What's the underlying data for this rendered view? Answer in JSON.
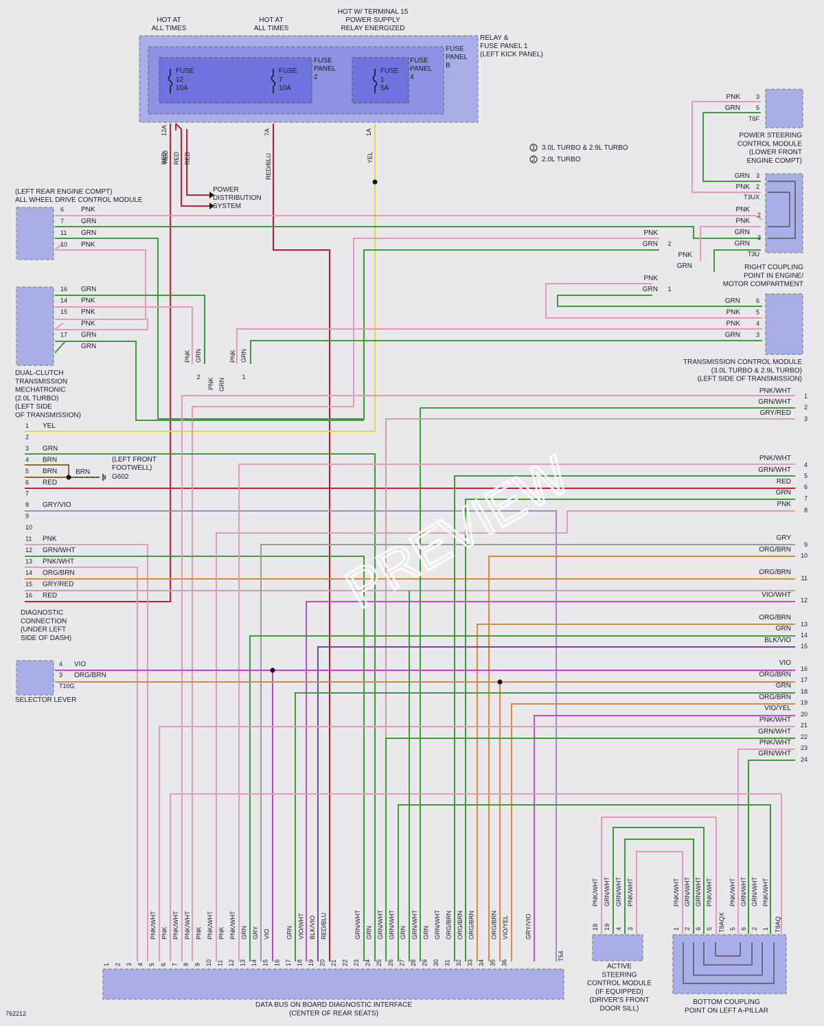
{
  "diagram_id": "762212",
  "watermark": "PREVIEW",
  "supply": {
    "hot1": [
      "HOT AT",
      "ALL TIMES"
    ],
    "hot2": [
      "HOT AT",
      "ALL TIMES"
    ],
    "hot3": [
      "HOT W/ TERMINAL 15",
      "POWER SUPPLY",
      "RELAY ENERGIZED"
    ]
  },
  "relay_panel": [
    "RELAY &",
    "FUSE PANEL 1",
    "(LEFT KICK PANEL)"
  ],
  "fuse_panel_b": [
    "FUSE",
    "PANEL",
    "B"
  ],
  "fuse_panel_2": [
    "FUSE",
    "PANEL",
    "2"
  ],
  "fuse_panel_4": [
    "FUSE",
    "PANEL",
    "4"
  ],
  "fuses": [
    {
      "label": "FUSE",
      "num": "12",
      "amp": "10A",
      "circuit": "12A",
      "wire": "RED"
    },
    {
      "label": "FUSE",
      "num": "7",
      "amp": "10A",
      "circuit": "7A",
      "wire": "RED/BLU"
    },
    {
      "label": "FUSE",
      "num": "1",
      "amp": "5A",
      "circuit": "1A",
      "wire": "YEL"
    }
  ],
  "red_wires": [
    "RED",
    "RED",
    "RED"
  ],
  "power_dist": [
    "POWER",
    "DISTRIBUTION",
    "SYSTEM"
  ],
  "legend": [
    {
      "mark": "1",
      "text": "3.0L TURBO & 2.9L TURBO"
    },
    {
      "mark": "2",
      "text": "2.0L TURBO"
    }
  ],
  "awd": {
    "title": [
      "(LEFT REAR ENGINE COMPT)",
      "ALL WHEEL DRIVE CONTROL MODULE"
    ],
    "pins": [
      [
        "6",
        "PNK"
      ],
      [
        "7",
        "GRN"
      ],
      [
        "11",
        "GRN"
      ],
      [
        "10",
        "PNK"
      ]
    ]
  },
  "dct": {
    "title": [
      "DUAL-CLUTCH",
      "TRANSMISSION",
      "MECHATRONIC",
      "(2.0L TURBO)",
      "(LEFT SIDE",
      "OF TRANSMISSION)"
    ],
    "pins": [
      [
        "16",
        "GRN"
      ],
      [
        "14",
        "PNK"
      ],
      [
        "15",
        "PNK"
      ],
      [
        "",
        "PNK"
      ],
      [
        "17",
        "GRN"
      ],
      [
        "",
        "GRN"
      ]
    ]
  },
  "ps": {
    "title": [
      "POWER STEERING",
      "CONTROL MODULE",
      "(LOWER FRONT",
      "ENGINE COMPT)"
    ],
    "conn": "T6F",
    "pins": [
      [
        "PNK",
        "3"
      ],
      [
        "GRN",
        "5"
      ]
    ]
  },
  "t3ux": {
    "conn": "T3UX",
    "pins": [
      [
        "GRN",
        "3"
      ],
      [
        "PNK",
        "2"
      ]
    ]
  },
  "t3u": {
    "conn": "T3U",
    "pins": [
      [
        "PNK",
        "2"
      ],
      [
        "PNK",
        ""
      ],
      [
        "GRN",
        "3"
      ],
      [
        "GRN",
        ""
      ]
    ],
    "title": [
      "RIGHT COUPLING",
      "POINT IN ENGINE/",
      "MOTOR COMPARTMENT"
    ]
  },
  "split": {
    "a": [
      [
        "PNK",
        ""
      ],
      [
        "GRN",
        "2"
      ],
      [
        "PNK",
        ""
      ],
      [
        "GRN",
        ""
      ]
    ],
    "b": [
      [
        "PNK",
        ""
      ],
      [
        "GRN",
        "1"
      ]
    ]
  },
  "tcm": {
    "pins": [
      [
        "GRN",
        "6"
      ],
      [
        "PNK",
        "5"
      ],
      [
        "PNK",
        "4"
      ],
      [
        "GRN",
        "3"
      ]
    ],
    "title": [
      "TRANSMISSION CONTROL MODULE",
      "(3.0L TURBO & 2.9L TURBO)",
      "(LEFT SIDE OF TRANSMISSION)"
    ]
  },
  "mid_split": {
    "left": [
      "PNK",
      "GRN"
    ],
    "right": [
      "PNK",
      "GRN"
    ],
    "marks": [
      "2",
      "1"
    ],
    "down": [
      "PNK",
      "GRN"
    ]
  },
  "diag": {
    "pins": [
      [
        "1",
        "YEL"
      ],
      [
        "2",
        ""
      ],
      [
        "3",
        "GRN"
      ],
      [
        "4",
        "BRN"
      ],
      [
        "5",
        "BRN"
      ],
      [
        "6",
        "RED"
      ],
      [
        "7",
        ""
      ],
      [
        "8",
        "GRY/VIO"
      ],
      [
        "9",
        ""
      ],
      [
        "10",
        ""
      ],
      [
        "11",
        "PNK"
      ],
      [
        "12",
        "GRN/WHT"
      ],
      [
        "13",
        "PNK/WHT"
      ],
      [
        "14",
        "ORG/BRN"
      ],
      [
        "15",
        "GRY/RED"
      ],
      [
        "16",
        "RED"
      ]
    ],
    "title": [
      "DIAGNOSTIC",
      "CONNECTION",
      "(UNDER LEFT",
      "SIDE OF DASH)"
    ],
    "ground": {
      "wire": "BRN",
      "id": "G602",
      "note": [
        "(LEFT FRONT",
        "FOOTWELL)"
      ]
    }
  },
  "selector": {
    "title": "SELECTOR LEVER",
    "conn": "T10G",
    "pins": [
      [
        "4",
        "VIO"
      ],
      [
        "3",
        "ORG/BRN"
      ]
    ]
  },
  "right_edge": [
    [
      "PNK/WHT",
      "1"
    ],
    [
      "GRN/WHT",
      ""
    ],
    [
      "GRY/RED",
      "2"
    ],
    [
      "",
      "3"
    ],
    [
      "PNK/WHT",
      "4"
    ],
    [
      "GRN/WHT",
      "5"
    ],
    [
      "RED",
      "6"
    ],
    [
      "GRN",
      "7"
    ],
    [
      "PNK",
      "8"
    ],
    [
      "GRY",
      "9"
    ],
    [
      "ORG/BRN",
      "10"
    ],
    [
      "ORG/BRN",
      "11"
    ],
    [
      "VIO/WHT",
      "12"
    ],
    [
      "ORG/BRN",
      "13"
    ],
    [
      "GRN",
      "14"
    ],
    [
      "BLK/VIO",
      "15"
    ],
    [
      "VIO",
      "16"
    ],
    [
      "ORG/BRN",
      "17"
    ],
    [
      "GRN",
      "18"
    ],
    [
      "ORG/BRN",
      "19"
    ],
    [
      "VIO/YEL",
      "20"
    ],
    [
      "PNK/WHT",
      "21"
    ],
    [
      "GRN/WHT",
      "22"
    ],
    [
      "PNK/WHT",
      "23"
    ],
    [
      "GRN/WHT",
      "24"
    ]
  ],
  "databus": {
    "title": [
      "DATA BUS ON BOARD DIAGNOSTIC INTERFACE",
      "(CENTER OF REAR SEATS)"
    ],
    "conn": "T54",
    "pins": [
      "1",
      "2",
      "3",
      "4",
      "5",
      "6",
      "7",
      "8",
      "9",
      "10",
      "11",
      "12",
      "13",
      "14",
      "15",
      "16",
      "17",
      "18",
      "19",
      "20",
      "21",
      "22",
      "23",
      "24",
      "25",
      "26",
      "27",
      "28",
      "29",
      "30",
      "31",
      "32",
      "33",
      "34",
      "35",
      "36"
    ],
    "wires": [
      "",
      "",
      "PNK/WHT",
      "PNK",
      "PNK/WHT",
      "PNK/WHT",
      "PNK",
      "PNK/WHT",
      "PNK",
      "PNK/WHT",
      "GRN",
      "GRY",
      "VIO",
      "",
      "GRN",
      "VIO/WHT",
      "BLK/VIO",
      "RED/BLU",
      "",
      "",
      "GRN/WHT",
      "GRN",
      "GRN/WHT",
      "GRN/WHT",
      "GRN",
      "GRN/WHT",
      "GRN",
      "GRN/WHT",
      "ORG/BRN",
      "ORG/BRN",
      "ORG/BRN",
      "",
      "ORG/BRN",
      "VIO/YEL",
      "",
      "GRY/VIO"
    ]
  },
  "asm": {
    "title": [
      "ACTIVE",
      "STEERING",
      "CONTROL MODULE",
      "(IF EQUIPPED)",
      "(DRIVER'S FRONT",
      "DOOR SILL)"
    ],
    "pins": [
      "18",
      "19",
      "4",
      "3"
    ],
    "wires": [
      "PNK/WHT",
      "GRN/WHT",
      "GRN/WHT",
      "PNK/WHT"
    ]
  },
  "bottom_coupling": {
    "title": [
      "BOTTOM COUPLING",
      "POINT ON LEFT A-PILLAR"
    ],
    "conn_left": "T8AQX",
    "conn_right": "T8AQ",
    "pins_left": [
      "1",
      "2",
      "6",
      "5"
    ],
    "pins_right": [
      "5",
      "6",
      "2",
      "1"
    ],
    "wires_left": [
      "PNK/WHT",
      "GRN/WHT",
      "GRN/WHT",
      "PNK/WHT"
    ],
    "wires_right": [
      "PNK/WHT",
      "GRN/WHT",
      "GRN/WHT",
      "PNK/WHT"
    ]
  }
}
